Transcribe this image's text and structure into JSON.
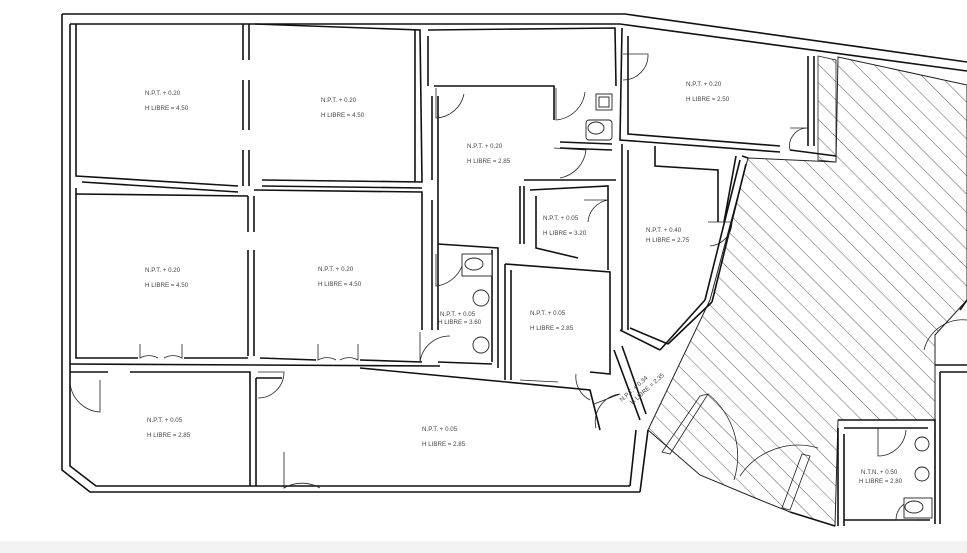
{
  "rooms": [
    {
      "level": "N.P.T. + 0.20",
      "height": "H LIBRE = 4.50"
    },
    {
      "level": "N.P.T. + 0.20",
      "height": "H LIBRE = 4.50"
    },
    {
      "level": "N.P.T. + 0.20",
      "height": "H LIBRE = 2.85"
    },
    {
      "level": "N.P.T. + 0.20",
      "height": "H LIBRE = 2.50"
    },
    {
      "level": "N.P.T. + 0.05",
      "height": "H LIBRE = 3.20"
    },
    {
      "level": "N.P.T. + 0.40",
      "height": "H LIBRE = 2.75"
    },
    {
      "level": "N.P.T. + 0.20",
      "height": "H LIBRE = 4.50"
    },
    {
      "level": "N.P.T. + 0.20",
      "height": "H LIBRE = 4.50"
    },
    {
      "level": "N.P.T. + 0.05",
      "height": "H LIBRE = 3.60"
    },
    {
      "level": "N.P.T. + 0.05",
      "height": "H LIBRE = 2.85"
    },
    {
      "level": "N.P.T. + 0.34",
      "height": "H LIBRE = 2.35"
    },
    {
      "level": "N.P.T. + 0.05",
      "height": "H LIBRE = 2.85"
    },
    {
      "level": "N.P.T. + 0.05",
      "height": "H LIBRE = 2.85"
    },
    {
      "level": "N.T.N. + 0.50",
      "height": "H LIBRE = 2.80"
    }
  ]
}
